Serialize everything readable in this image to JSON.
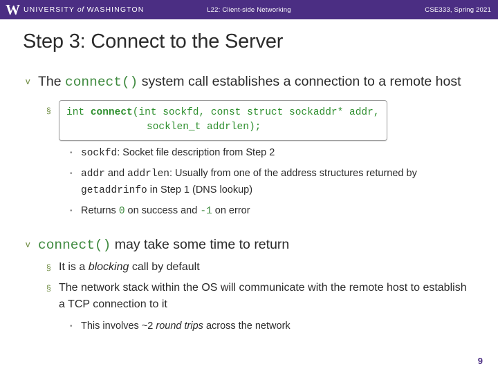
{
  "header": {
    "logo_mark": "W",
    "university": "UNIVERSITY of WASHINGTON",
    "university_pre": "UNIVERSITY",
    "university_of": "of",
    "university_post": "WASHINGTON",
    "center_title": "L22: Client-side Networking",
    "right_title": "CSE333, Spring 2021"
  },
  "title": "Step 3: Connect to the Server",
  "bullets": {
    "b1_marker": "v",
    "b1_text_pre": "The ",
    "b1_code": "connect()",
    "b1_text_post": " system call establishes a connection to a remote host",
    "code_marker": "§",
    "code_line1_a": "int ",
    "code_line1_b": "connect",
    "code_line1_c": "(",
    "code_line1_d": "int",
    "code_line1_e": " sockfd, ",
    "code_line1_f": "const",
    "code_line1_g": " ",
    "code_line1_h": "struct",
    "code_line1_i": " sockaddr* addr,",
    "code_line2_a": "socklen_t",
    "code_line2_b": " addrlen);",
    "sub_marker": "•",
    "s1_code": "sockfd",
    "s1_text": ": Socket file description from Step 2",
    "s2_code": "addr",
    "s2_mid": " and ",
    "s2_code2": "addrlen",
    "s2_text": ": Usually from one of the address structures returned by ",
    "s2_code3": "getaddrinfo",
    "s2_text2": " in Step 1 (DNS lookup)",
    "s3_pre": "Returns ",
    "s3_zero": "0",
    "s3_mid": " on success and ",
    "s3_neg": "-1",
    "s3_post": " on error",
    "b2_marker": "v",
    "b2_code": "connect()",
    "b2_text": " may take some time to return",
    "b2_sub_marker": "§",
    "b2_s1_pre": "It is a ",
    "b2_s1_em": "blocking",
    "b2_s1_post": " call by default",
    "b2_s2": "The network stack within the OS will communicate with the remote host to establish a TCP connection to it",
    "b2_s3_marker": "•",
    "b2_s3_pre": "This involves ~2 ",
    "b2_s3_em": "round trips",
    "b2_s3_post": " across the network"
  },
  "page_number": "9",
  "colors": {
    "brand_purple": "#4b2e83",
    "code_green": "#2f8f2f",
    "bullet_green": "#6d8a3e"
  }
}
